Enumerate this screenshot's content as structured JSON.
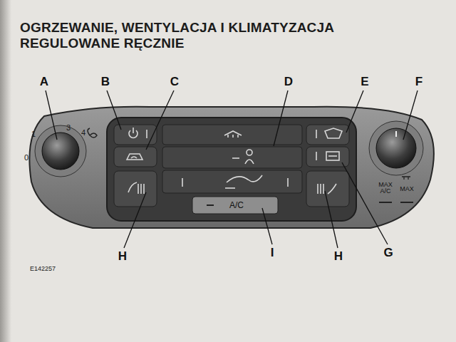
{
  "diagram": {
    "title": "OGRZEWANIE, WENTYLACJA I KLIMATYZACJA REGULOWANE RĘCZNIE",
    "labels": [
      "A",
      "B",
      "C",
      "D",
      "E",
      "F",
      "0",
      "1",
      "3",
      "4",
      "A/C",
      "MAX A/C",
      "MAX",
      "H",
      "I",
      "H",
      "G",
      "E142257"
    ]
  }
}
